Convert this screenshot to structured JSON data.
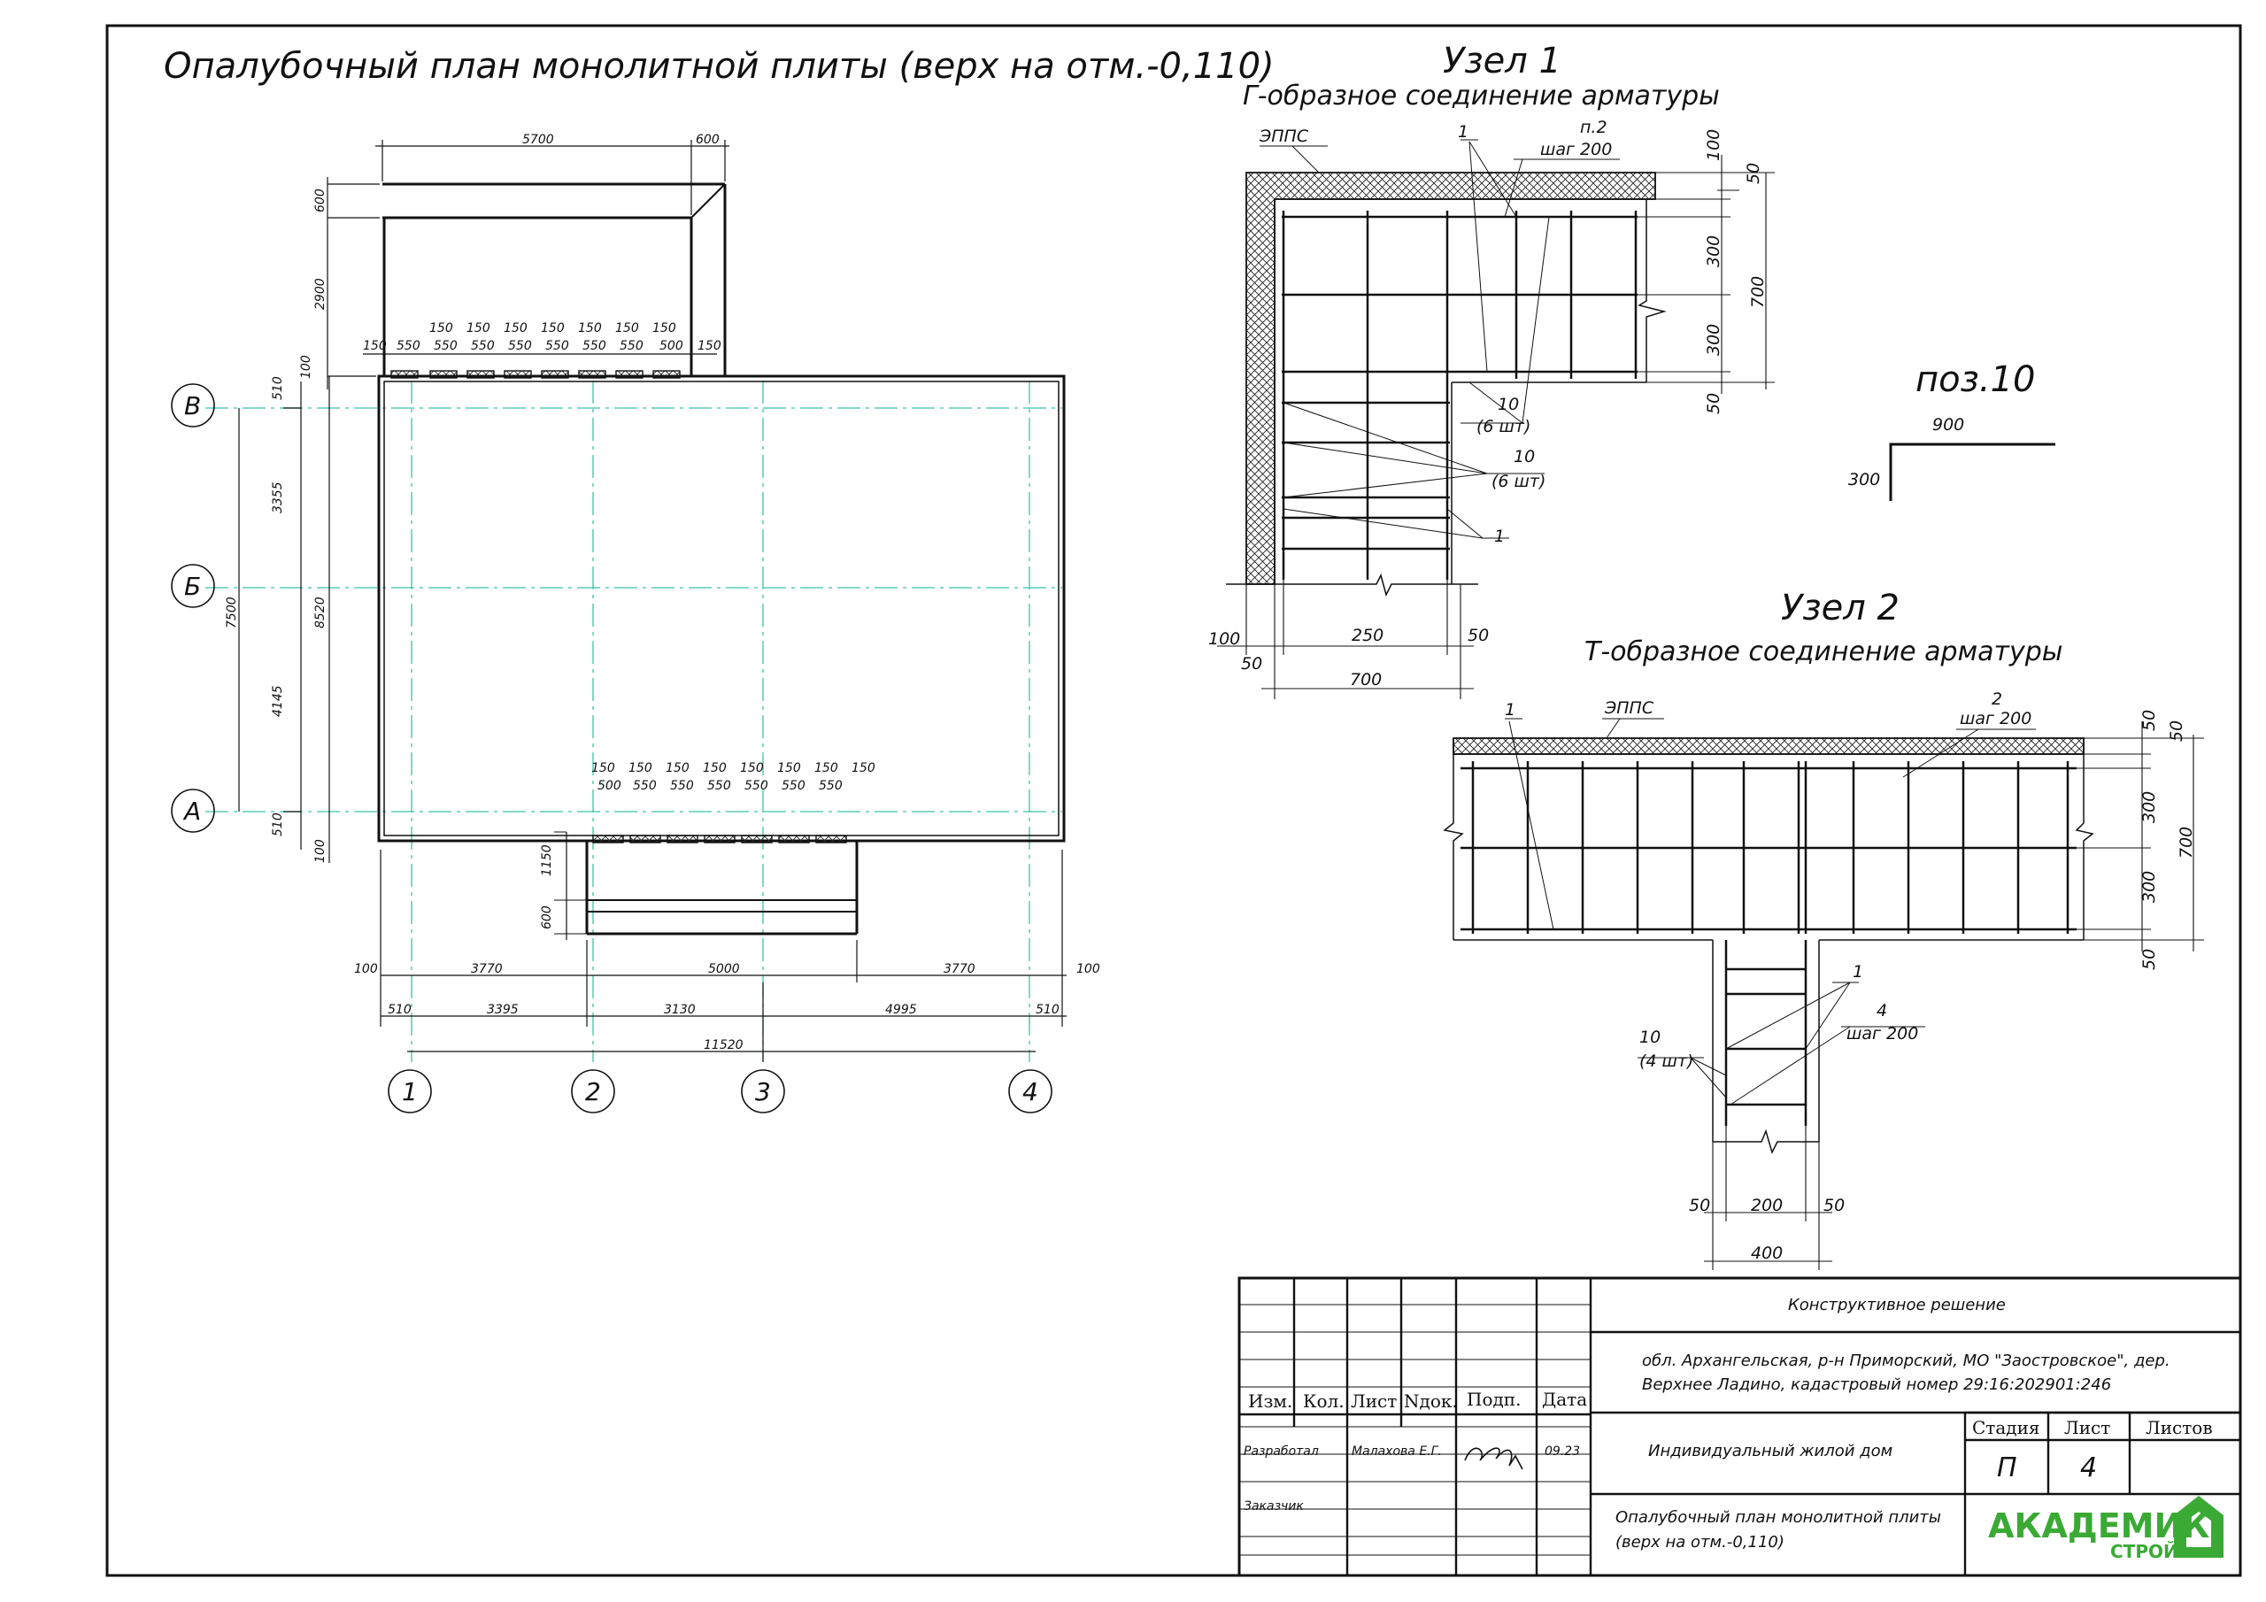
{
  "plan": {
    "title": "Опалубочный план монолитной плиты (верх на отм.-0,110)",
    "axes_letters": [
      "В",
      "Б",
      "А"
    ],
    "axes_numbers": [
      "1",
      "2",
      "3",
      "4"
    ],
    "dims_top": {
      "d5700": "5700",
      "d600": "600",
      "d600v": "600",
      "d2900": "2900",
      "d100": "100",
      "d150": "150",
      "d550": "550",
      "d500": "500"
    },
    "dims_left": {
      "d510a": "510",
      "d3355": "3355",
      "d7500": "7500",
      "d8520": "8520",
      "d4145": "4145",
      "d510b": "510",
      "d100": "100"
    },
    "dims_porch": {
      "d1150": "1150",
      "d600": "600"
    },
    "dims_bottom1": [
      "100",
      "3770",
      "5000",
      "3770",
      "100"
    ],
    "dims_bottom2": [
      "510",
      "3395",
      "3130",
      "4995",
      "510"
    ],
    "dims_total": "11520"
  },
  "node1": {
    "title": "Узел 1",
    "subtitle": "Г-образное соединение арматуры",
    "insulation": "ЭППС",
    "pos1": "1",
    "pos2": "п.2",
    "step": "шаг 200",
    "pos10": "10",
    "pcs6": "(6 шт)",
    "dims_right": [
      "100",
      "50",
      "300",
      "300",
      "50",
      "700"
    ],
    "dims_bottom": [
      "100",
      "50",
      "250",
      "50",
      "700"
    ]
  },
  "poz10": {
    "label": "поз.10",
    "len": "900",
    "hook": "300"
  },
  "node2": {
    "title": "Узел 2",
    "subtitle": "Т-образное соединение арматуры",
    "insulation": "ЭППС",
    "pos1": "1",
    "pos2": "2",
    "step": "шаг 200",
    "pos4": "4",
    "pos10": "10",
    "pcs4": "(4 шт)",
    "dims_right": [
      "50",
      "50",
      "300",
      "300",
      "50",
      "700"
    ],
    "dims_bottom": [
      "50",
      "200",
      "50",
      "400"
    ]
  },
  "stamp": {
    "project": "Конструктивное решение",
    "address_line1": "обл. Архангельская, р-н Приморский, МО \"Заостровское\", дер.",
    "address_line2": "Верхнее Ладино, кадастровый номер 29:16:202901:246",
    "headers": [
      "Изм.",
      "Кол.",
      "Лист",
      "Nдок.",
      "Подп.",
      "Дата"
    ],
    "role_dev": "Разработал",
    "dev_name": "Малахова Е.Г.",
    "dev_date": "09.23",
    "role_customer": "Заказчик",
    "building": "Индивидуальный жилой дом",
    "stage_h": "Стадия",
    "sheet_h": "Лист",
    "sheets_h": "Листов",
    "stage": "П",
    "sheet": "4",
    "drawing_line1": "Опалубочный план монолитной плиты",
    "drawing_line2": "(верх на отм.-0,110)",
    "logo_main": "АКАДЕМИК",
    "logo_sub": "СТРОЙ",
    "logo_color": "#3aaa35"
  }
}
